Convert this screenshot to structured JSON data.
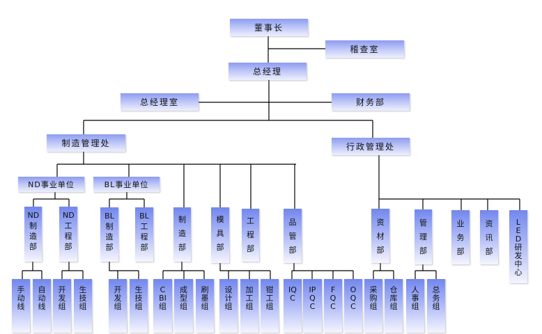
{
  "top": {
    "chairman": "董事长",
    "audit": "稽查室",
    "gm": "总经理",
    "gm_office": "总经理室",
    "finance": "财务部"
  },
  "divisions": {
    "manufacturing": "制造管理处",
    "admin": "行政管理处"
  },
  "units": {
    "nd": "ND事业单位",
    "bl": "BL事业单位"
  },
  "departments": {
    "nd_mfg": "ND制造部",
    "nd_eng": "ND工程部",
    "bl_mfg": "BL制造部",
    "bl_eng": "BL工程部",
    "mfg": "制造部",
    "mold": "模具部",
    "eng": "工程部",
    "qa": "品管部",
    "materials": "资材部",
    "management": "管理部",
    "business": "业务部",
    "it": "资讯部",
    "led": "LED研发中心"
  },
  "groups": {
    "nd_mfg": [
      "手动线",
      "自动线"
    ],
    "nd_eng": [
      "开发组",
      "生技组"
    ],
    "bl_mfg": [
      "开发组",
      "生技组"
    ],
    "mfg": [
      "CBI组",
      "成型组",
      "刷墨组"
    ],
    "mold": [
      "设计组",
      "加工组",
      "钳工组"
    ],
    "qa": [
      "IQC",
      "IPQC",
      "FQC",
      "OQC"
    ],
    "materials": [
      "采购组",
      "仓库组"
    ],
    "management": [
      "人事组",
      "总务组"
    ]
  },
  "colors": {
    "box_top": "#7287ee",
    "box_bottom": "#f4f5fe",
    "line": "#000000"
  }
}
